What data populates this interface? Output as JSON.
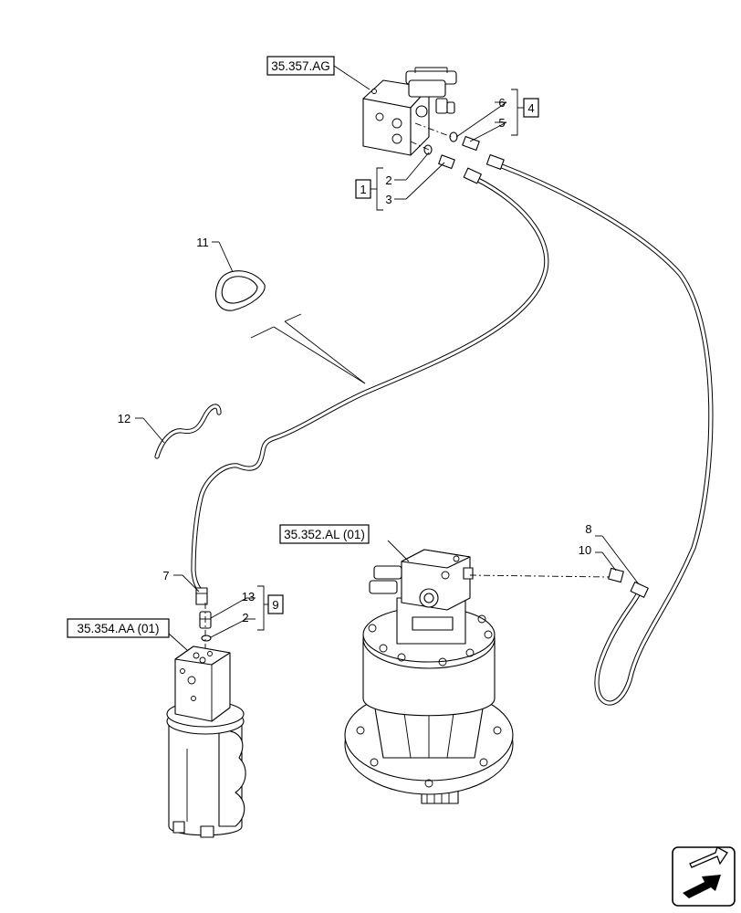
{
  "refs": {
    "valve_block": "35.357.AG",
    "swing_motor": "35.352.AL (01)",
    "swivel_joint": "35.354.AA (01)"
  },
  "callouts": {
    "c1": "1",
    "c2": "2",
    "c3": "3",
    "c4": "4",
    "c5": "5",
    "c6": "6",
    "c7": "7",
    "c8": "8",
    "c9": "9",
    "c10": "10",
    "c11": "11",
    "c12": "12",
    "c13": "13",
    "c2b": "2"
  },
  "icons": {
    "nav": "arrow-icon"
  }
}
